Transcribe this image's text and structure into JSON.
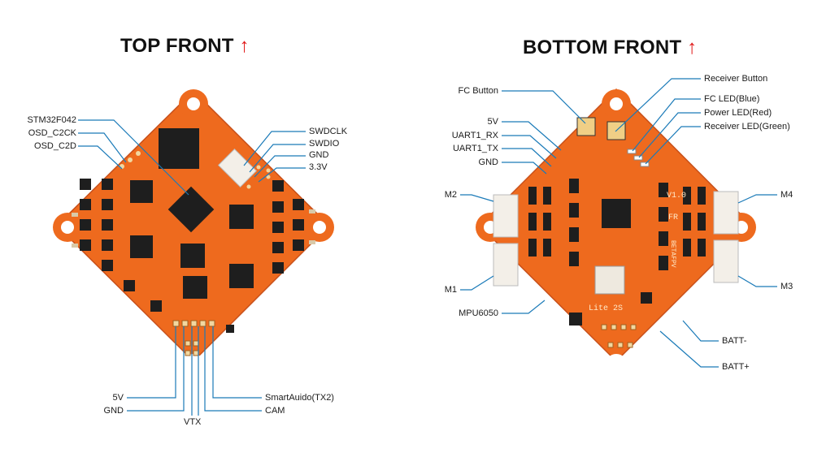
{
  "titles": {
    "top": "TOP FRONT",
    "bottom": "BOTTOM FRONT",
    "arrow_glyph": "↑",
    "arrow_color": "#e01919"
  },
  "colors": {
    "pcb": "#ee6a1e",
    "pcb_dark": "#c8501a",
    "chip": "#1e1e1e",
    "leader": "#1a7ab8"
  },
  "top_labels": {
    "stm": "STM32F042",
    "osd_c2ck": "OSD_C2CK",
    "osd_c2d": "OSD_C2D",
    "swdclk": "SWDCLK",
    "swdio": "SWDIO",
    "gnd_right": "GND",
    "v33": "3.3V",
    "v5": "5V",
    "gnd_bottom": "GND",
    "vtx": "VTX",
    "smartaudio": "SmartAuido(TX2)",
    "cam": "CAM"
  },
  "bottom_labels": {
    "fc_button": "FC Button",
    "v5": "5V",
    "uart_rx": "UART1_RX",
    "uart_tx": "UART1_TX",
    "gnd": "GND",
    "m2": "M2",
    "m1": "M1",
    "mpu": "MPU6050",
    "receiver_button": "Receiver Button",
    "fc_led": "FC LED(Blue)",
    "power_led": "Power LED(Red)",
    "receiver_led": "Receiver LED(Green)",
    "m4": "M4",
    "m3": "M3",
    "batt_minus": "BATT-",
    "batt_plus": "BATT+"
  },
  "silkscreen": {
    "lite": "Lite 2S",
    "ver": "V1.0",
    "fr": "FR",
    "brand": "BETAFPV"
  }
}
